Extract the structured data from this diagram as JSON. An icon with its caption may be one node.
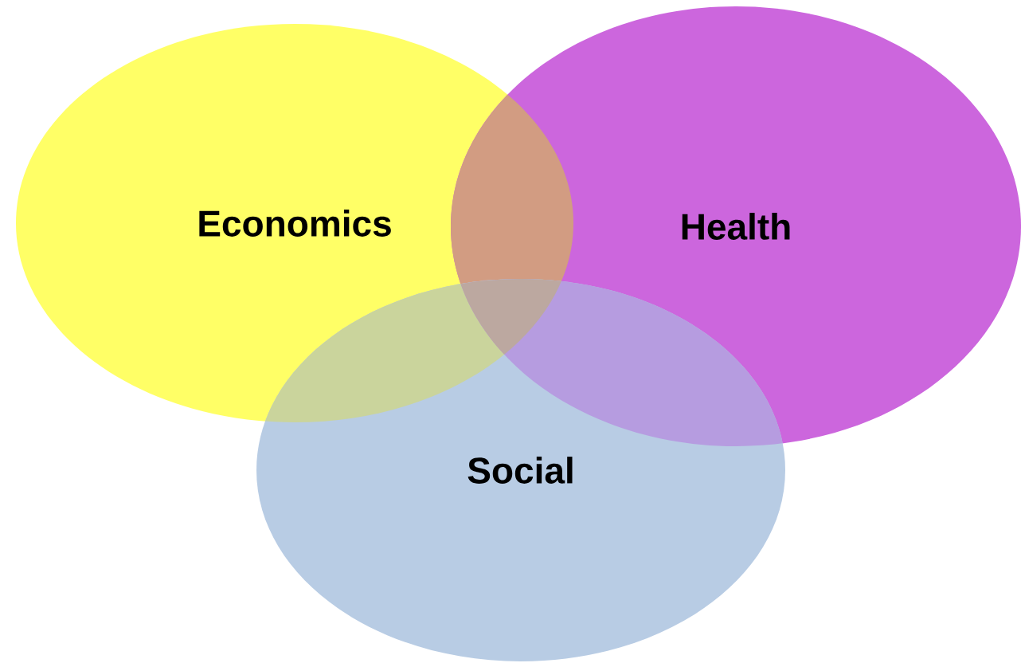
{
  "diagram": {
    "nodes": [
      {
        "text": [
          "Economics"
        ]
      },
      {
        "text": [
          "Health"
        ]
      },
      {
        "text": [
          "Social"
        ]
      }
    ]
  }
}
